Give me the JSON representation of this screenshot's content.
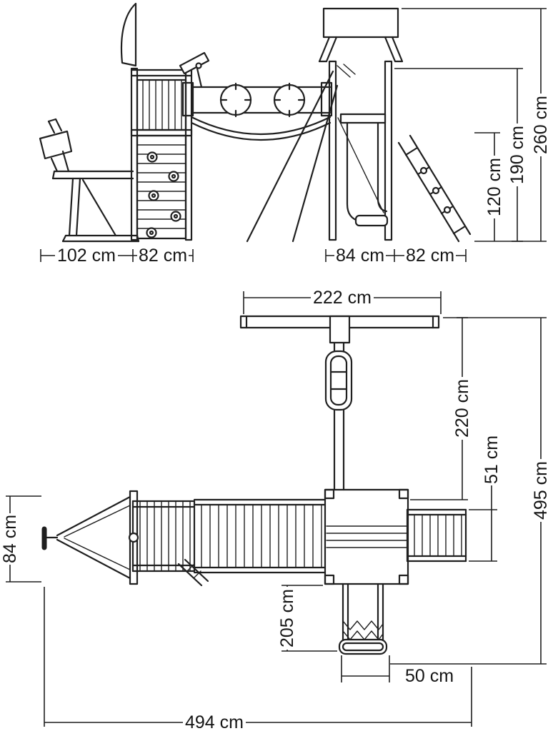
{
  "colors": {
    "line": "#1f1f1f",
    "background": "#ffffff",
    "text": "#151515"
  },
  "side_view": {
    "dims": {
      "seesaw_length": "102 cm",
      "tower_width": "82 cm",
      "slide_bay_width": "84 cm",
      "ladder_reach": "82 cm",
      "ladder_height": "120 cm",
      "beam_height": "190 cm",
      "total_height": "260 cm"
    }
  },
  "plan_view": {
    "dims": {
      "swing_beam_width": "222 cm",
      "swing_depth": "220 cm",
      "ladder_width": "51 cm",
      "total_depth": "495 cm",
      "seesaw_width": "84 cm",
      "slide_length": "205 cm",
      "slide_width": "50 cm",
      "total_length": "494 cm"
    }
  }
}
